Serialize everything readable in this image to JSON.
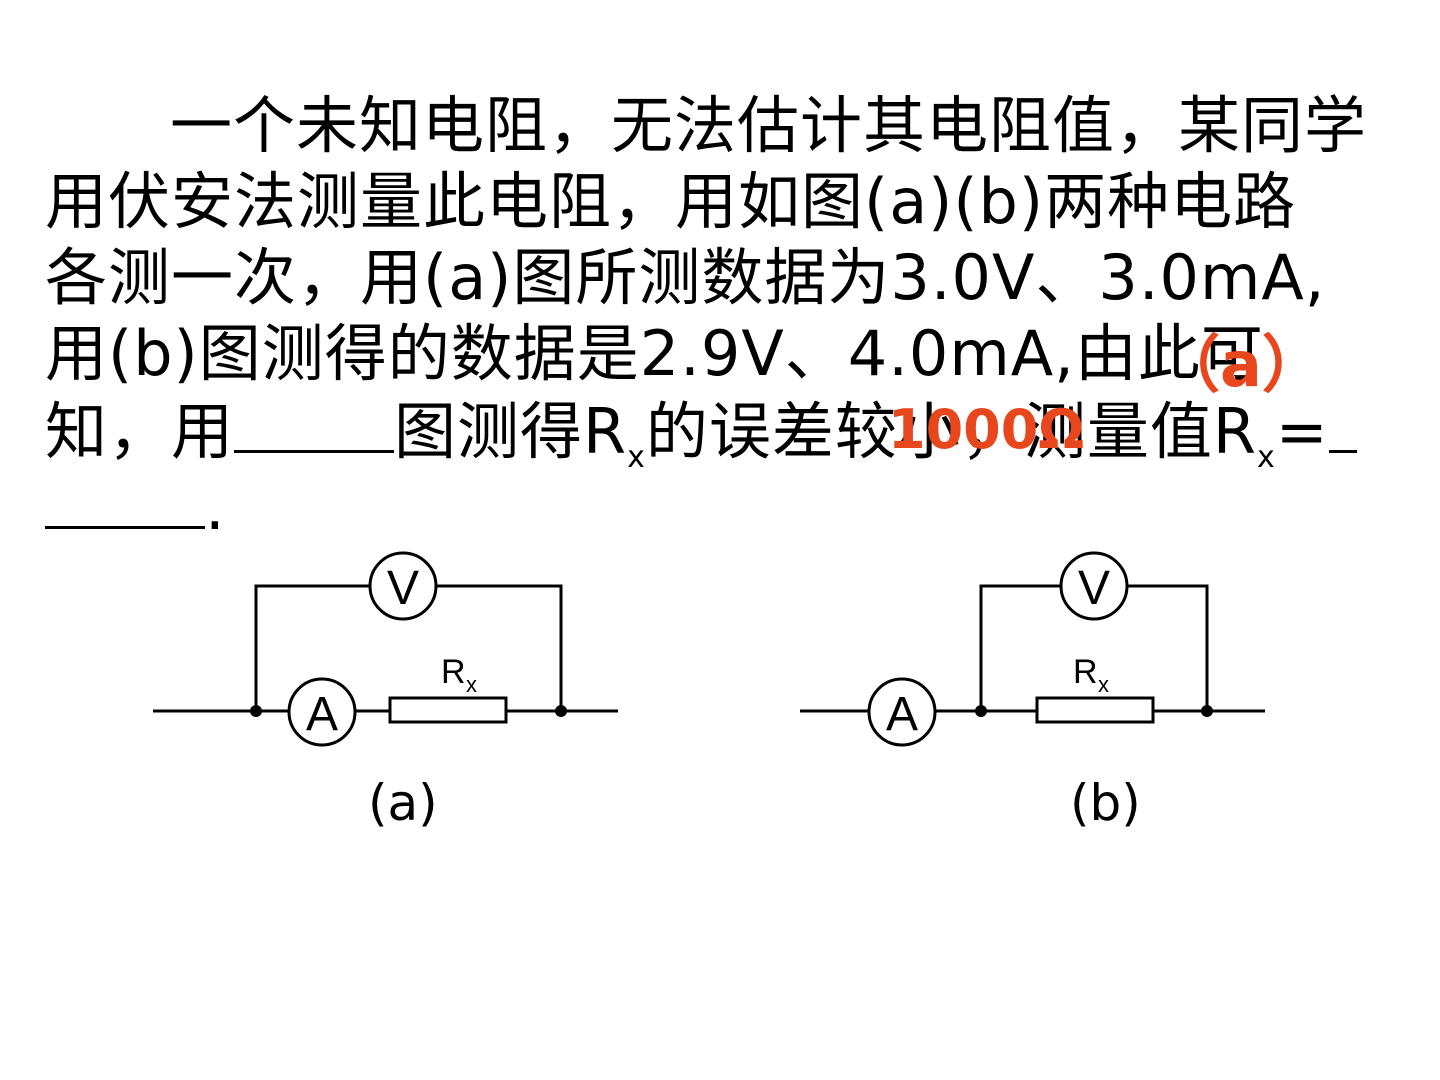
{
  "problem": {
    "line1": "一个未知电阻，无法估计其电阻值，某同学",
    "line2": "用伏安法测量此电阻，用如图(a)(b)两种电路",
    "line3": "各测一次，用(a)图所测数据为3.0V、3.0mA,",
    "line4": "用(b)图测得的数据是2.9V、4.0mA,由此可",
    "line5_part1": "知，用",
    "line5_part2": "图测得R",
    "line5_sub1": "x",
    "line5_part3": "的误差较小，测量值R",
    "line5_sub2": "x",
    "line5_part4": "=",
    "line6_end": "."
  },
  "answers": {
    "first": "（a）",
    "second": "1000Ω",
    "color": "#e8461c"
  },
  "circuit_a": {
    "voltmeter_label": "V",
    "ammeter_label": "A",
    "resistor_label": "R",
    "resistor_sub": "x",
    "caption": "(a)"
  },
  "circuit_b": {
    "voltmeter_label": "V",
    "ammeter_label": "A",
    "resistor_label": "R",
    "resistor_sub": "x",
    "caption": "(b)"
  }
}
